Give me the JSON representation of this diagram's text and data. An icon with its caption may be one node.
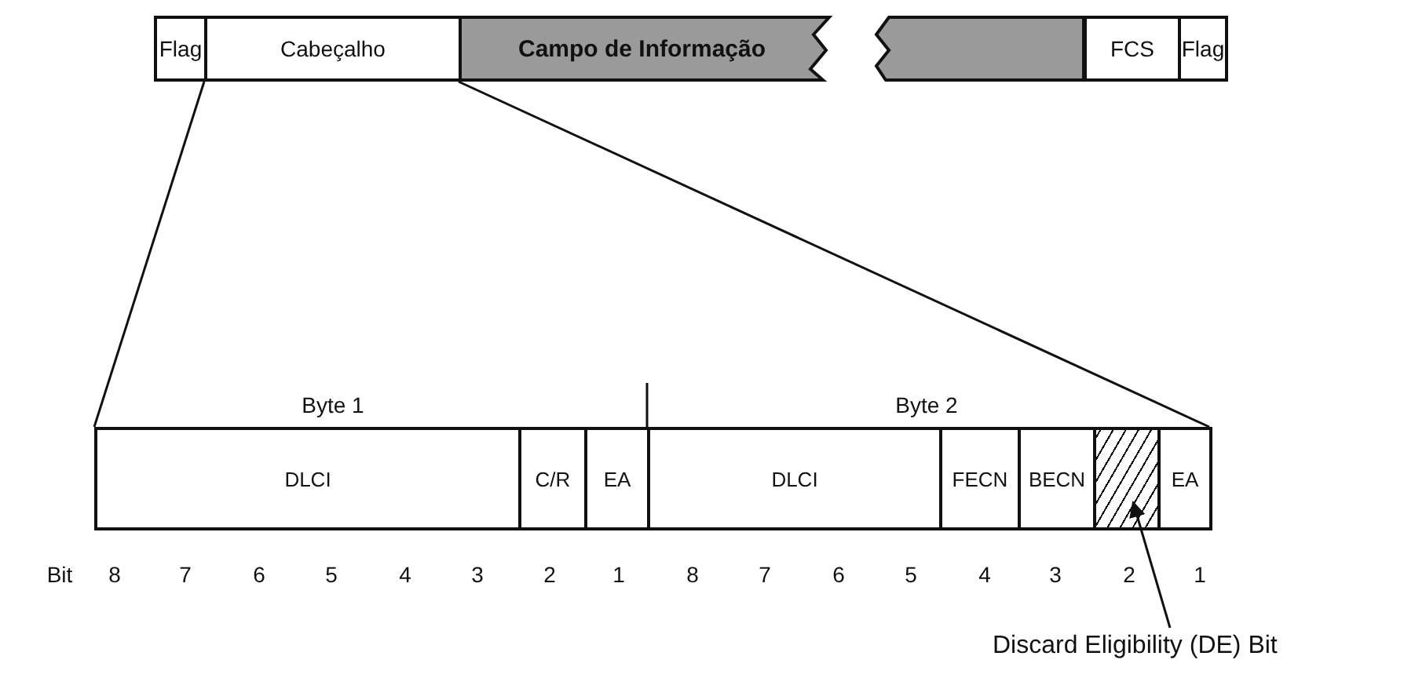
{
  "diagram": {
    "nodes": [
      {
        "text": [
          "Flag"
        ]
      },
      {
        "text": [
          "Cabeçalho"
        ]
      },
      {
        "text": [
          "Campo de Informação"
        ]
      },
      {
        "text": [
          "FCS"
        ]
      },
      {
        "text": [
          "Flag"
        ]
      },
      {
        "text": [
          "DLCI"
        ]
      },
      {
        "text": [
          "C/R"
        ]
      },
      {
        "text": [
          "EA"
        ]
      },
      {
        "text": [
          "DLCI"
        ]
      },
      {
        "text": [
          "FECN"
        ]
      },
      {
        "text": [
          "BECN"
        ]
      },
      {
        "text": [],
        "shape": "box"
      },
      {
        "text": [
          "EA"
        ]
      },
      {
        "text": [
          "Discard Eligibility (DE) Bit"
        ]
      }
    ],
    "edges": [
      {
        "from": 13,
        "to": 11,
        "arrow": "to"
      }
    ],
    "labels": [
      "Byte 1",
      "Byte 2",
      "Bit",
      "8",
      "7",
      "6",
      "5",
      "4",
      "3",
      "2",
      "1",
      "8",
      "7",
      "6",
      "5",
      "4",
      "3",
      "2",
      "1"
    ]
  }
}
